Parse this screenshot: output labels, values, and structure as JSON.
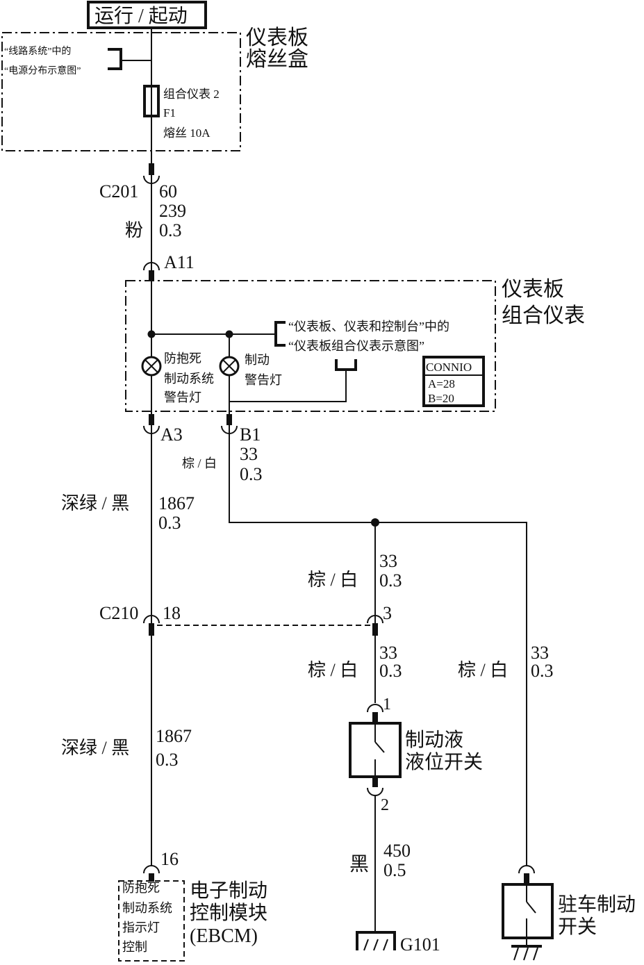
{
  "power_source": "运行 / 起动",
  "fuse_box": {
    "title_line1": "仪表板",
    "title_line2": "熔丝盒",
    "ref_line1": "“线路系统”中的",
    "ref_line2": "“电源分布示意图”",
    "fuse_name": "组合仪表 2",
    "fuse_id": "F1",
    "fuse_rating": "熔丝 10A"
  },
  "c201": {
    "connector": "C201",
    "pin": "60",
    "circuit": "239",
    "gauge": "0.3",
    "color": "粉"
  },
  "a11": {
    "pin": "A11"
  },
  "cluster": {
    "title_line1": "仪表板",
    "title_line2": "组合仪表",
    "ref_line1": "“仪表板、仪表和控制台”中的",
    "ref_line2": "“仪表板组合仪表示意图”",
    "lamp1": [
      "防抱死",
      "制动系统",
      "警告灯"
    ],
    "lamp2": [
      "制动",
      "警告灯"
    ],
    "connio": {
      "title": "CONNIO",
      "a": "A=28",
      "b": "B=20"
    }
  },
  "a3": {
    "pin": "A3",
    "color": "深绿 / 黑",
    "circuit": "1867",
    "gauge": "0.3"
  },
  "b1": {
    "pin": "B1",
    "color": "棕 / 白",
    "circuit": "33",
    "gauge": "0.3"
  },
  "branch_mid": {
    "color": "棕 / 白",
    "circuit": "33",
    "gauge": "0.3"
  },
  "c210": {
    "connector": "C210",
    "pin_left": "18",
    "pin_right": "3"
  },
  "below_c210_mid": {
    "color": "棕 / 白",
    "circuit": "33",
    "gauge": "0.3"
  },
  "right_branch": {
    "color": "棕 / 白",
    "circuit": "33",
    "gauge": "0.3"
  },
  "lower_left": {
    "color": "深绿 / 黑",
    "circuit": "1867",
    "gauge": "0.3"
  },
  "fluid_switch": {
    "pin_top": "1",
    "pin_bottom": "2",
    "label_line1": "制动液",
    "label_line2": "液位开关"
  },
  "ground_wire": {
    "color": "黑",
    "circuit": "450",
    "gauge": "0.5",
    "ground": "G101"
  },
  "ebcm": {
    "pin": "16",
    "inner": [
      "防抱死",
      "制动系统",
      "指示灯",
      "控制"
    ],
    "label_line1": "电子制动",
    "label_line2": "控制模块",
    "label_line3": "(EBCM)"
  },
  "park_switch": {
    "label_line1": "驻车制动",
    "label_line2": "开关"
  }
}
